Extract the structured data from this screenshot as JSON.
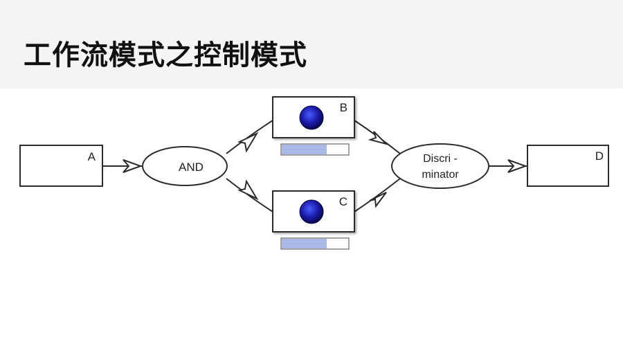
{
  "page": {
    "title": "工作流模式之控制模式"
  },
  "diagram": {
    "nodes": {
      "a": {
        "label": "A"
      },
      "and": {
        "label": "AND"
      },
      "b": {
        "label": "B",
        "progress": 0.68
      },
      "c": {
        "label": "C",
        "progress": 0.68
      },
      "discriminator": {
        "label_line1": "Discri -",
        "label_line2": "minator"
      },
      "d": {
        "label": "D"
      }
    },
    "colors": {
      "stroke": "#2b2b2b",
      "token": "#1a1aa8",
      "token_highlight": "#4a5cff",
      "progress_fill": "#aab8e8",
      "progress_track": "#ffffff",
      "header_bg": "#f4f4f4"
    }
  }
}
